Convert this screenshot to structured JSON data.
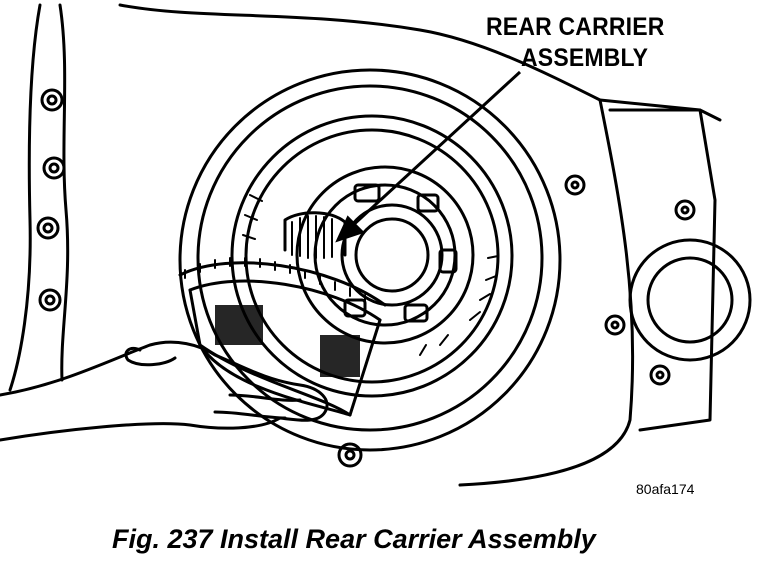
{
  "callout": {
    "line1": "REAR CARRIER",
    "line2": "ASSEMBLY"
  },
  "figure_code": "80afa174",
  "caption": "Fig. 237 Install Rear Carrier Assembly"
}
